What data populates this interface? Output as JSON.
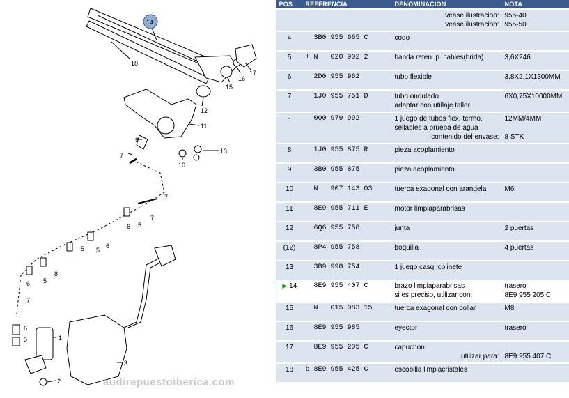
{
  "diagram": {
    "callouts": [
      "14",
      "18",
      "16",
      "17",
      "15",
      "12",
      "11",
      "9",
      "7",
      "10",
      "13",
      "8",
      "5",
      "6",
      "6",
      "1",
      "2",
      "3",
      "5",
      "5",
      "6",
      "5",
      "7",
      "7",
      "6",
      "5",
      "7"
    ]
  },
  "table": {
    "headers": {
      "pos": "POS",
      "ref": "REFERENCIA",
      "den": "DENOMINACION",
      "nota": "NOTA"
    },
    "rows": [
      {
        "pos": "",
        "ref": "",
        "den": [
          "vease ilustracion:",
          "vease ilustracion:"
        ],
        "den_align": "right",
        "nota": [
          "955-40",
          "955-50"
        ]
      },
      {
        "pos": "4",
        "ref": "  3B0 955 665 C",
        "den": [
          "codo"
        ],
        "nota": [
          ""
        ]
      },
      {
        "pos": "5",
        "ref": "+ N   020 902 2",
        "den": [
          "banda reten. p. cables(brida)"
        ],
        "nota": [
          "3,6X246"
        ]
      },
      {
        "pos": "6",
        "ref": "  2D0 955 962",
        "den": [
          "tubo flexible"
        ],
        "nota": [
          "3,8X2,1X1300MM"
        ]
      },
      {
        "pos": "7",
        "ref": "  1J0 955 751 D",
        "den": [
          "tubo ondulado",
          "adaptar con utillaje taller"
        ],
        "nota": [
          "6X0,75X10000MM"
        ]
      },
      {
        "pos": "-",
        "ref": "  000 979 992",
        "den": [
          "1 juego de tubos flex. termo.",
          "sellables a prueba de agua",
          "contenido del envase:"
        ],
        "nota": [
          "12MM/4MM",
          "",
          "8 STK"
        ]
      },
      {
        "pos": "8",
        "ref": "  1J0 955 875 R",
        "den": [
          "pieza acoplamiento"
        ],
        "nota": [
          ""
        ]
      },
      {
        "pos": "9",
        "ref": "  3B0 955 875",
        "den": [
          "pieza acoplamiento"
        ],
        "nota": [
          ""
        ]
      },
      {
        "pos": "10",
        "ref": "  N   907 143 03",
        "den": [
          "tuerca exagonal con arandela"
        ],
        "nota": [
          "M6"
        ]
      },
      {
        "pos": "11",
        "ref": "  8E9 955 711 E",
        "den": [
          "motor limpiaparabrisas"
        ],
        "nota": [
          ""
        ]
      },
      {
        "pos": "12",
        "ref": "  6Q6 955 758",
        "den": [
          "junta"
        ],
        "nota": [
          "2 puertas"
        ]
      },
      {
        "pos": "(12)",
        "ref": "  8P4 955 758",
        "den": [
          "boquilla"
        ],
        "nota": [
          "4 puertas"
        ]
      },
      {
        "pos": "13",
        "ref": "  3B9 998 754",
        "den": [
          "1 juego casq. cojinete"
        ],
        "nota": [
          ""
        ]
      },
      {
        "pos": "14",
        "ref": "  8E9 955 407 C",
        "den": [
          "brazo limpiaparabrisas",
          "  si es preciso, utilizar con:"
        ],
        "nota": [
          "trasero",
          "8E9 955 205 C"
        ],
        "selected": true
      },
      {
        "pos": "15",
        "ref": "  N   015 083 15",
        "den": [
          "tuerca exagonal con collar"
        ],
        "nota": [
          "M8"
        ]
      },
      {
        "pos": "16",
        "ref": "  8E9 955 985",
        "den": [
          "eyector"
        ],
        "nota": [
          "trasero"
        ]
      },
      {
        "pos": "17",
        "ref": "  8E9 955 205 C",
        "den": [
          "capuchon",
          "utilizar para:"
        ],
        "nota": [
          "",
          "8E9 955 407 C"
        ]
      },
      {
        "pos": "18",
        "ref": "b 8E9 955 425 C",
        "den": [
          "escobilla limpiacristales"
        ],
        "nota": [
          ""
        ]
      }
    ]
  },
  "watermark": "audirepuestoiberica.com",
  "colors": {
    "header_bg": "#3a5b8c",
    "row_bg": "#dbe4ef",
    "marker": "#2e9a2e"
  }
}
